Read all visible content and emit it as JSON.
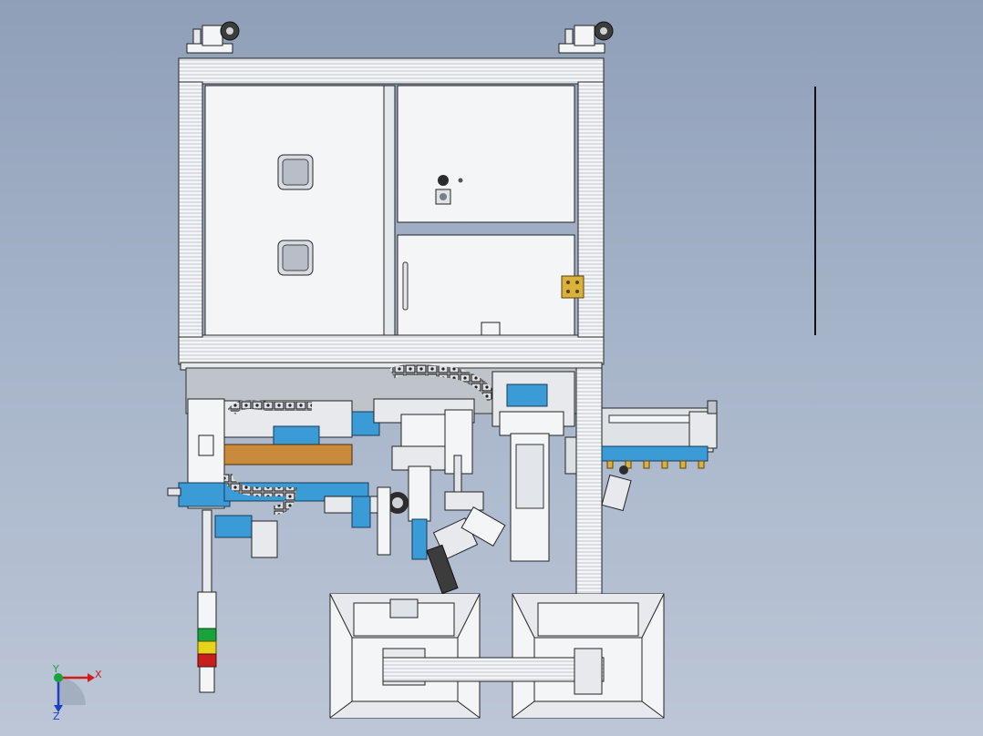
{
  "viewport": {
    "background_top": "#8f9fb8",
    "background_bottom": "#bcc6d6"
  },
  "colors": {
    "frame": "#f4f5f7",
    "outline": "#2a2a2a",
    "accent_blue": "#3a9bd6",
    "signal_green": "#1aa33a",
    "signal_yellow": "#e8d21a",
    "signal_red": "#c81e1e",
    "hinge_yellow": "#d9b13c",
    "x_axis": "#d21a1a",
    "y_axis": "#1aa33a",
    "z_axis": "#1d3fc4"
  },
  "icons": {
    "signal_tower": "signal-tower-icon",
    "emergency_stop": "emergency-stop-icon",
    "caster": "caster-wheel-icon",
    "hinge": "hinge-icon"
  },
  "triad": {
    "x_label": "X",
    "y_label": "Y",
    "z_label": "Z"
  }
}
